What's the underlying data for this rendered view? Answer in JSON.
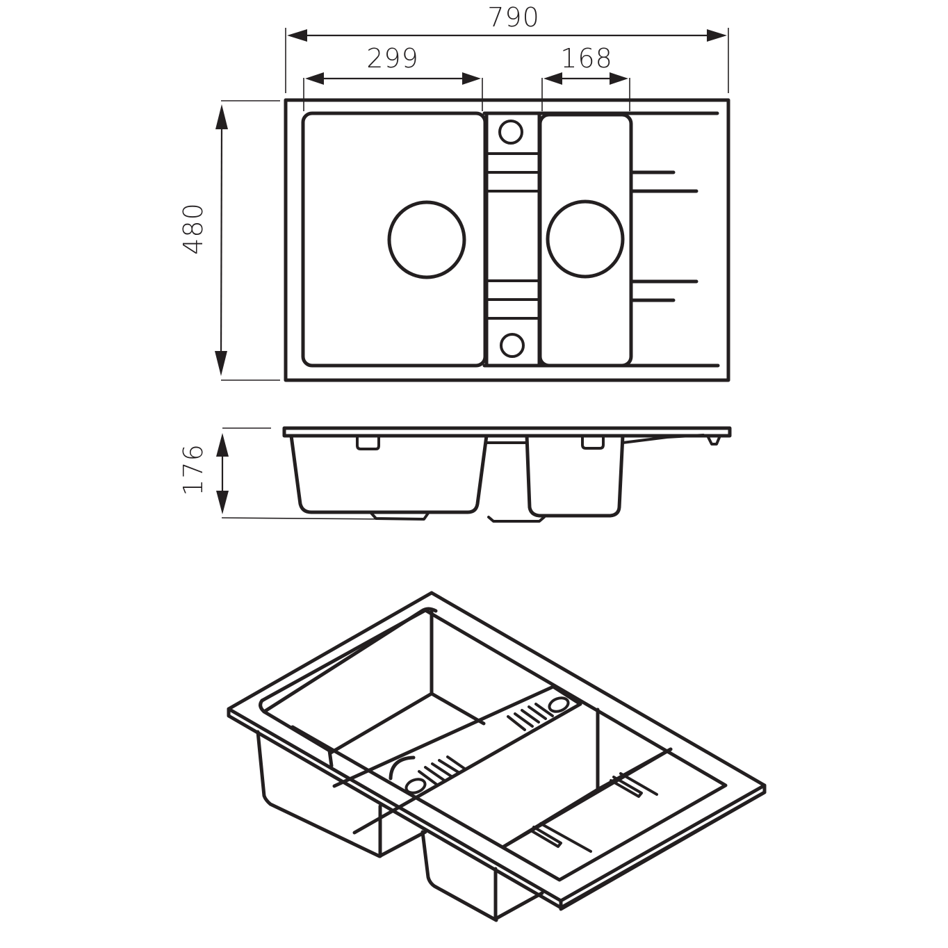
{
  "drawing": {
    "subject": "Double bowl kitchen sink with drainer",
    "views": [
      "top-plan",
      "side-elevation",
      "isometric"
    ],
    "units": "mm",
    "line_color": "#231f20",
    "background": "#ffffff"
  },
  "dimensions": {
    "overall_width": "790",
    "large_bowl_width": "299",
    "small_bowl_width": "168",
    "overall_depth": "480",
    "bowl_height": "176"
  }
}
